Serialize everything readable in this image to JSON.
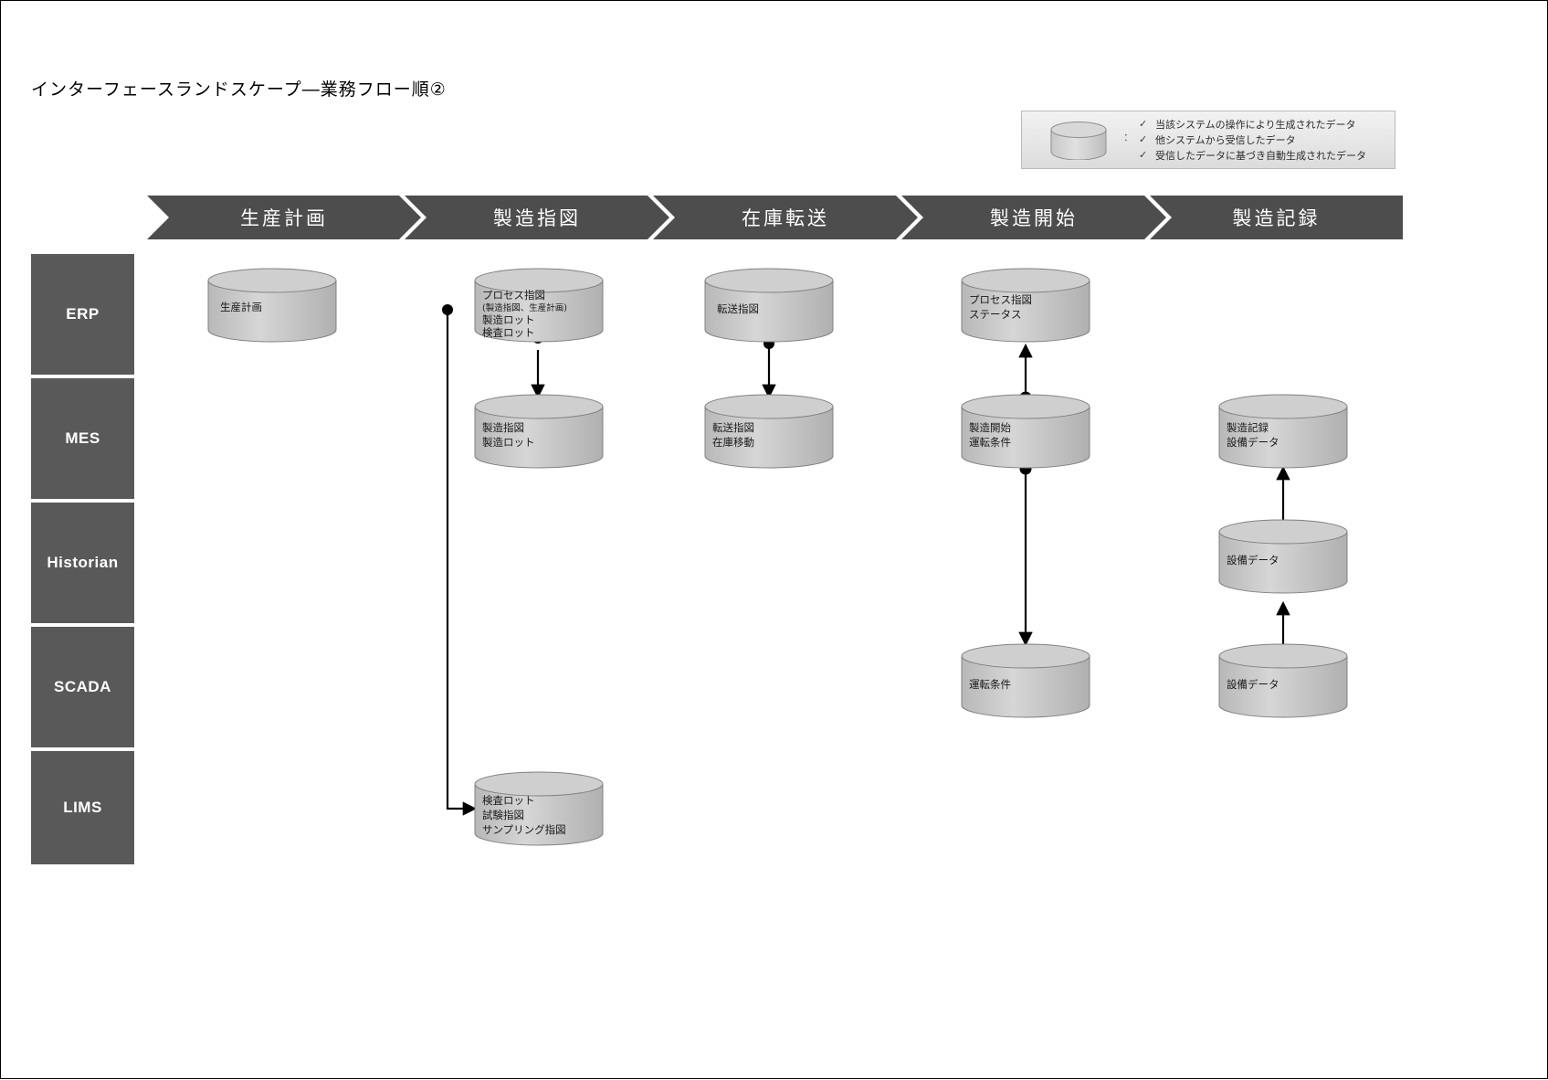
{
  "title": "インターフェースランドスケープ―業務フロー順②",
  "legend": {
    "icon": "database-cylinder-icon",
    "separator": ":",
    "check": "✓",
    "items": [
      "当該システムの操作により生成されたデータ",
      "他システムから受信したデータ",
      "受信したデータに基づき自動生成されたデータ"
    ]
  },
  "phases": [
    {
      "label": "生産計画"
    },
    {
      "label": "製造指図"
    },
    {
      "label": "在庫転送"
    },
    {
      "label": "製造開始"
    },
    {
      "label": "製造記録"
    }
  ],
  "systems": [
    {
      "label": "ERP"
    },
    {
      "label": "MES"
    },
    {
      "label": "Historian"
    },
    {
      "label": "SCADA"
    },
    {
      "label": "LIMS"
    }
  ],
  "nodes": [
    {
      "id": "erp-seisan-keikaku",
      "system": "ERP",
      "phase": "生産計画",
      "lines": [
        "生産計画"
      ]
    },
    {
      "id": "erp-process-shizu",
      "system": "ERP",
      "phase": "製造指図",
      "lines": [
        "プロセス指図",
        "(製造指図、生産計画)",
        "製造ロット",
        "検査ロット"
      ]
    },
    {
      "id": "erp-tensou-shizu",
      "system": "ERP",
      "phase": "在庫転送",
      "lines": [
        "転送指図"
      ]
    },
    {
      "id": "erp-process-status",
      "system": "ERP",
      "phase": "製造開始",
      "lines": [
        "プロセス指図",
        "ステータス"
      ]
    },
    {
      "id": "mes-seizou-shizu",
      "system": "MES",
      "phase": "製造指図",
      "lines": [
        "製造指図",
        "製造ロット"
      ]
    },
    {
      "id": "mes-tensou-shizu",
      "system": "MES",
      "phase": "在庫転送",
      "lines": [
        "転送指図",
        "在庫移動"
      ]
    },
    {
      "id": "mes-seizou-kaishi",
      "system": "MES",
      "phase": "製造開始",
      "lines": [
        "製造開始",
        "運転条件"
      ]
    },
    {
      "id": "mes-seizou-kiroku",
      "system": "MES",
      "phase": "製造記録",
      "lines": [
        "製造記録",
        "設備データ"
      ]
    },
    {
      "id": "historian-setsubi-data",
      "system": "Historian",
      "phase": "製造記録",
      "lines": [
        "設備データ"
      ]
    },
    {
      "id": "scada-unten-jouken",
      "system": "SCADA",
      "phase": "製造開始",
      "lines": [
        "運転条件"
      ]
    },
    {
      "id": "scada-setsubi-data",
      "system": "SCADA",
      "phase": "製造記録",
      "lines": [
        "設備データ"
      ]
    },
    {
      "id": "lims-kensa-lot",
      "system": "LIMS",
      "phase": "製造指図",
      "lines": [
        "検査ロット",
        "試験指図",
        "サンプリング指図"
      ]
    }
  ]
}
